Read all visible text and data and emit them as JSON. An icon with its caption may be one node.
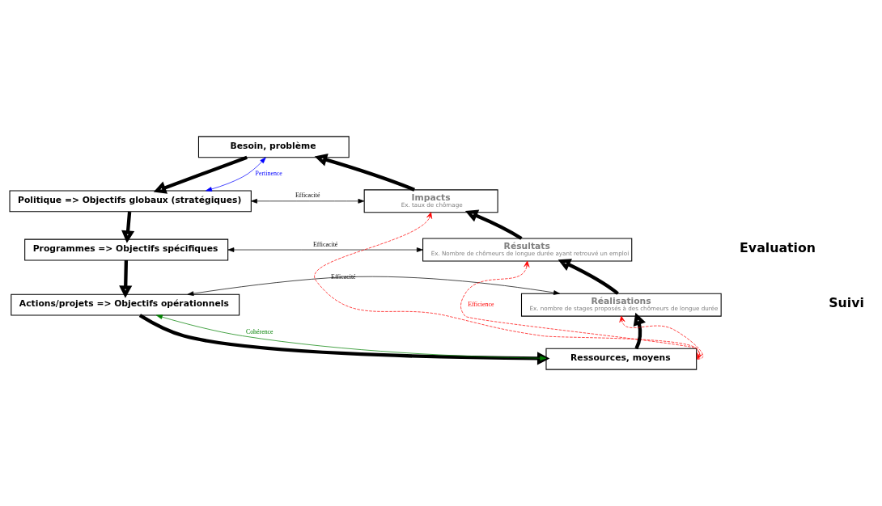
{
  "diagram": {
    "nodes": [
      {
        "text": [
          "Besoin, problème"
        ]
      },
      {
        "text": [
          "Politique => Objectifs globaux (stratégiques)"
        ]
      },
      {
        "text": [
          "Programmes => Objectifs spécifiques"
        ]
      },
      {
        "text": [
          "Actions/projets => Objectifs opérationnels"
        ]
      },
      {
        "text": [
          "Ressources, moyens"
        ]
      },
      {
        "text": [
          "Impacts",
          "Ex. taux de chômage"
        ]
      },
      {
        "text": [
          "Résultats",
          "Ex. Nombre de chômeurs de longue durée ayant retrouvé un emploi"
        ]
      },
      {
        "text": [
          "Réalisations",
          "Ex. nombre de stages proposés à des chômeurs de longue durée"
        ]
      }
    ],
    "edges": [
      {
        "from": 0,
        "to": 1,
        "arrow": "to",
        "style": "thick"
      },
      {
        "from": 1,
        "to": 2,
        "arrow": "to",
        "style": "thick"
      },
      {
        "from": 2,
        "to": 3,
        "arrow": "to",
        "style": "thick"
      },
      {
        "from": 3,
        "to": 4,
        "arrow": "to",
        "style": "thick"
      },
      {
        "from": 4,
        "to": 7,
        "arrow": "to",
        "style": "thick"
      },
      {
        "from": 7,
        "to": 6,
        "arrow": "to",
        "style": "thick"
      },
      {
        "from": 6,
        "to": 5,
        "arrow": "to",
        "style": "thick"
      },
      {
        "from": 5,
        "to": 0,
        "arrow": "to",
        "style": "thick"
      },
      {
        "from": 1,
        "to": 5,
        "arrow": "both",
        "label": "Efficacité"
      },
      {
        "from": 2,
        "to": 6,
        "arrow": "both",
        "label": "Efficacité"
      },
      {
        "from": 3,
        "to": 7,
        "arrow": "both",
        "label": "Efficacité"
      },
      {
        "from": 1,
        "to": 0,
        "arrow": "both",
        "label": "Pertinence",
        "color": "#0000ff"
      },
      {
        "from": 3,
        "to": 4,
        "arrow": "both",
        "label": "Cohérence",
        "color": "#008000"
      },
      {
        "from": 4,
        "to": 5,
        "arrow": "to",
        "style": "dashed",
        "color": "#ff0000"
      },
      {
        "from": 4,
        "to": 6,
        "arrow": "both",
        "style": "dashed",
        "color": "#ff0000",
        "label": "Efficience"
      },
      {
        "from": 4,
        "to": 7,
        "arrow": "to",
        "style": "dashed",
        "color": "#ff0000"
      }
    ],
    "labels": [
      "Evaluation",
      "Suivi"
    ]
  }
}
